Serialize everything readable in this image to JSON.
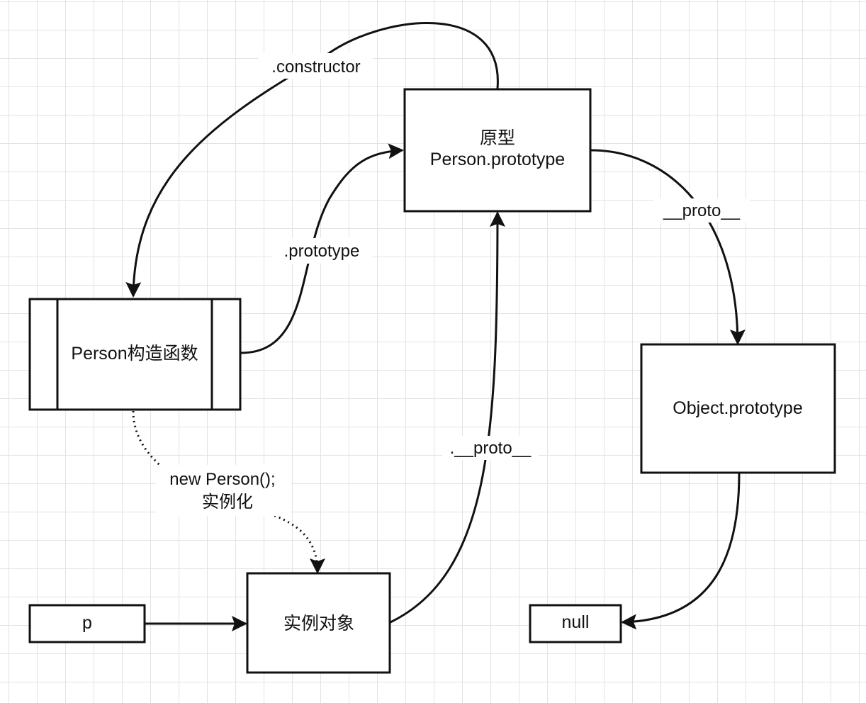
{
  "diagram": {
    "nodes": {
      "prototype_title": "原型",
      "prototype_name": "Person.prototype",
      "constructor_name": "Person构造函数",
      "object_prototype": "Object.prototype",
      "instance": "实例对象",
      "p": "p",
      "null_node": "null"
    },
    "edges": {
      "constructor_label": ".constructor",
      "prototype_label": ".prototype",
      "proto_label": "__proto__",
      "instance_proto_label": ".__proto__",
      "new_label_line1": "new Person();",
      "new_label_line2": "实例化"
    }
  }
}
